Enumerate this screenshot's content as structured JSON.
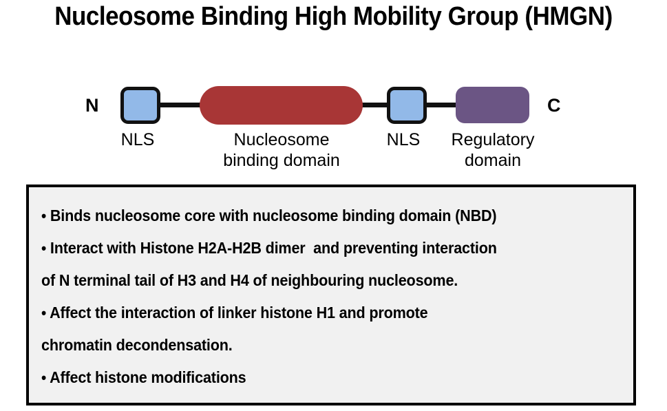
{
  "title": "Nucleosome Binding High Mobility Group (HMGN)",
  "diagram": {
    "n_terminus_label": "N",
    "c_terminus_label": "C",
    "domains": [
      {
        "id": "nls-1",
        "label": "NLS",
        "shape": "rounded-square",
        "color": "#92b9e8",
        "border_color": "#111111"
      },
      {
        "id": "nucleosome-binding-domain",
        "label": "Nucleosome\nbinding domain",
        "label_line1": "Nucleosome",
        "label_line2": "binding domain",
        "shape": "pill",
        "color": "#a83636",
        "border_color": "none"
      },
      {
        "id": "nls-2",
        "label": "NLS",
        "shape": "rounded-square",
        "color": "#92b9e8",
        "border_color": "#111111"
      },
      {
        "id": "regulatory-domain",
        "label": "Regulatory\ndomain",
        "label_line1": "Regulatory",
        "label_line2": "domain",
        "shape": "rounded-rect",
        "color": "#6b5584",
        "border_color": "none"
      }
    ],
    "connector_color": "#111111"
  },
  "info_box": {
    "background": "#f1f1f1",
    "border_color": "#000000",
    "bullets": [
      {
        "bullet": "•",
        "text": " Binds nucleosome core with nucleosome binding domain (NBD)",
        "continuation": null
      },
      {
        "bullet": "•",
        "text": " Interact with Histone H2A-H2B dimer  and preventing interaction",
        "continuation": "of N terminal tail of H3 and H4 of neighbouring nucleosome."
      },
      {
        "bullet": "•",
        "text": " Affect the interaction of linker histone H1 and promote",
        "continuation": "chromatin decondensation."
      },
      {
        "bullet": "•",
        "text": " Affect histone modifications",
        "continuation": null
      }
    ]
  }
}
